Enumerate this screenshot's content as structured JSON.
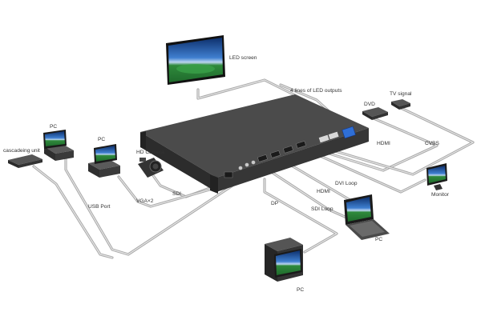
{
  "labels": {
    "led_screen": "LED screen",
    "led_outputs": "4 lines of LED outputs",
    "tv_signal": "TV signal",
    "dvd": "DVD",
    "pc_top_left": "PC",
    "pc_mid_left": "PC",
    "cascading_unit": "cascadeing unit",
    "hd_camera": "HD Camera",
    "hdmi_top": "HDMI",
    "cvbs": "CVBS",
    "dvi_loop": "DVI Loop",
    "hdmi_mid": "HDMI",
    "monitor": "Monitor",
    "usb_port": "USB Port",
    "vga": "VGA×2",
    "sdi": "SDI",
    "dp": "DP",
    "sdi_loop": "SDI Loop",
    "pc_laptop_right": "PC",
    "pc_bottom": "PC"
  },
  "colors": {
    "cable": "#a9a9a9",
    "device_body": "#3a3a3a",
    "device_top": "#4a4a4a",
    "screen_sky": "#1e5aa8",
    "screen_field": "#2e8b3a",
    "port_blue": "#2f6fd6"
  }
}
